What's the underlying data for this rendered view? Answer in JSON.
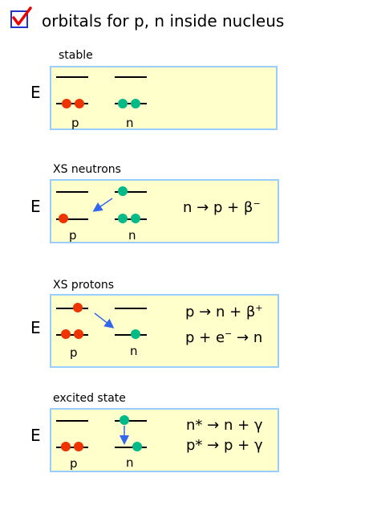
{
  "header": {
    "title": "orbitals for p, n inside nucleus",
    "checkbox_icon": "checkmark-icon"
  },
  "sections": [
    {
      "label": "stable",
      "axis": "E",
      "proton_label": "p",
      "neutron_label": "n",
      "equations": []
    },
    {
      "label": "XS neutrons",
      "axis": "E",
      "proton_label": "p",
      "neutron_label": "n",
      "equations": [
        {
          "lhs": "n",
          "rhs": "p + β",
          "sup": "−"
        }
      ]
    },
    {
      "label": "XS protons",
      "axis": "E",
      "proton_label": "p",
      "neutron_label": "n",
      "equations": [
        {
          "lhs": "p",
          "rhs": "n + β",
          "sup": "+"
        },
        {
          "lhs": "p + e",
          "sup_lhs": "−",
          "rhs": "n"
        }
      ]
    },
    {
      "label": "excited state",
      "axis": "E",
      "proton_label": "p",
      "neutron_label": "n",
      "equations": [
        {
          "lhs": "n*",
          "rhs": "n + γ"
        },
        {
          "lhs": "p*",
          "rhs": "p + γ"
        }
      ]
    }
  ],
  "colors": {
    "proton": "#ee3300",
    "neutron": "#00bb88",
    "panel_fill": "#ffffcc",
    "panel_border": "#99ccff",
    "arrow": "#3366ee",
    "checkbox_border": "#2233cc",
    "check": "#ee0000"
  },
  "arrow_glyph": "→"
}
